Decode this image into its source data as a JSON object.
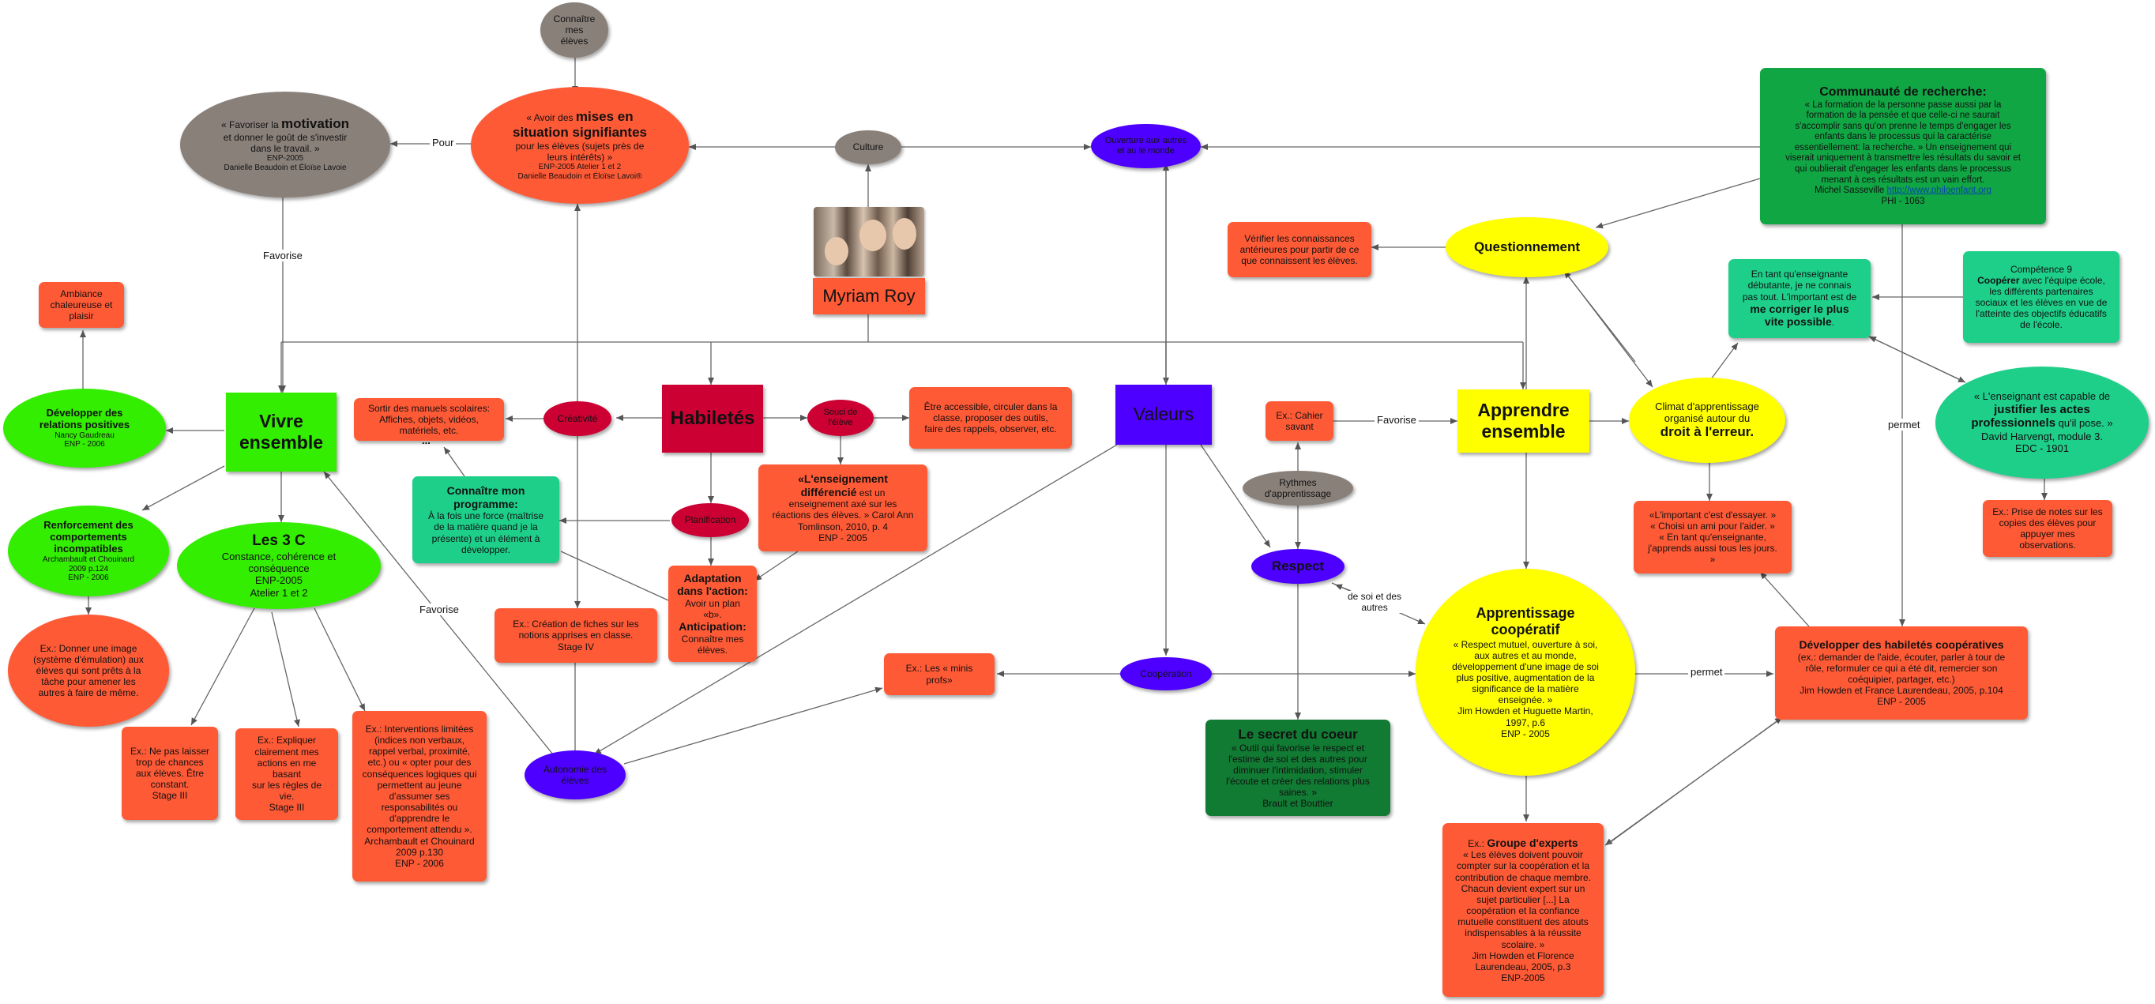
{
  "colors": {
    "orange": "#ff5a36",
    "grey": "#8a807a",
    "purple": "#4d00ff",
    "crimson": "#cc0033",
    "green_light": "#33ee00",
    "teal": "#1ecf8a",
    "dark_green": "#11a644",
    "forest": "#117a33",
    "yellow": "#ffff00"
  },
  "nodes": {
    "connaitre": "Connaître\nmes\nélèves",
    "motivation": {
      "pre": "« Favoriser la ",
      "strong": "motivation",
      "post": "et donner le goût de s'investir\ndans le travail. »",
      "ref": "ENP-2005\nDanielle Beaudoin et Éloïse Lavoie"
    },
    "mises": {
      "pre": "« Avoir des ",
      "strong": "mises en\nsituation signifiantes",
      "post": "pour les élèves (sujets près de\nleurs intérêts) »",
      "ref": "ENP-2005 Atelier 1 et 2\nDanielle Beaudoin et Éloïse Lavoi®"
    },
    "culture": "Culture",
    "ouverture": "Ouverture aux autres\net au le monde",
    "communaute": {
      "title": "Communauté de recherche:",
      "body": "« La formation de la personne passe aussi par la\nformation de la pensée et que celle-ci ne saurait\ns'accomplir sans qu'on prenne le temps d'engager les\nenfants dans le processus qui la caractérise\nessentiellement: la recherche. » Un enseignement qui\nviserait uniquement à transmettre les résultats du savoir et\nqui oublierait d'engager les enfants dans le processus\nmenant à ces résultats est un vain effort.",
      "author": "Michel Sasseville ",
      "link": "http://www.philoenfant.org",
      "ref": "PHI - 1063"
    },
    "verifier": "Vérifier les connaissances\nantérieures pour partir de ce\nque connaissent les élèves.",
    "questionnement": "Questionnement",
    "myriam": "Myriam Roy",
    "competence": {
      "pre": "Compétence 9\n",
      "strong": "Coopérer",
      "post": " avec l'équipe école,\nles différents partenaires\nsociaux et les élèves en vue de\nl'atteinte des objectifs éducatifs\nde l'école."
    },
    "debutante": {
      "pre": "En tant qu'enseignante\ndébutante, je ne connais\npas tout. L'important est de\n",
      "strong": "me corriger le plus\nvite possible",
      "post": "."
    },
    "ambiance": "Ambiance\nchaleureuse et\nplaisir",
    "developper_rel": {
      "strong": "Développer des\nrelations positives",
      "ref": "Nancy Gaudreau\nENP - 2006"
    },
    "vivre": "Vivre\nensemble",
    "manuels": "Sortir des manuels scolaires:\nAffiches, objets, vidéos,\nmatériels, etc.",
    "creativite": "Créativité",
    "habiletes": "Habiletés",
    "souci": "Souci de\nl'élève",
    "accessible": "Être accessible, circuler dans la\nclasse, proposer des outils,\nfaire des rappels, observer, etc.",
    "valeurs": "Valeurs",
    "cahier": "Ex.: Cahier\nsavant",
    "apprendre": "Apprendre\nensemble",
    "climat": {
      "pre": "Climat d'apprentissage\norganisé autour du\n",
      "strong": "droit à l'erreur."
    },
    "justifier": {
      "pre": "« L'enseignant est capable de\n",
      "strong": "justifier les actes\nprofessionnels",
      "post": " qu'il pose. »\nDavid Harvengt, module 3.\nEDC - 1901"
    },
    "renforcement": {
      "strong": "Renforcement des\ncomportements\nincompatibles",
      "ref": "Archambault et Chouinard\n2009 p.124\nENP - 2006"
    },
    "les3c": {
      "title": "Les 3 C",
      "body": "Constance, cohérence et\nconséquence\nENP-2005\nAtelier 1 et 2"
    },
    "programme": {
      "strong": "Connaître mon\nprogramme:",
      "post": "À la fois une force (maîtrise\nde la matière quand je la\nprésente) et un élément à\ndévelopper."
    },
    "planification": "Planification",
    "differencie": {
      "strong": "«L'enseignement\ndifférencié",
      "post": " est un\nenseignement axé sur les\nréactions des élèves. » Carol Ann\nTomlinson, 2010, p. 4\nENP - 2005"
    },
    "rythmes": "Rythmes\nd'apprentissage",
    "important": "«L'important c'est d'essayer. »\n« Choisi un ami pour l'aider. »\n« En tant qu'enseignante,\nj'apprends aussi tous les jours.\n»",
    "prise_notes": "Ex.: Prise de notes sur les\ncopies des élèves pour\nappuyer mes observations.",
    "respect": "Respect",
    "adaptation": {
      "strong1": "Adaptation\ndans l'action:",
      "post1": "Avoir un plan «b».",
      "strong2": "Anticipation:",
      "post2": "Connaître mes\nélèves."
    },
    "fiches": "Ex.: Création de fiches sur les\nnotions apprises en classe.\nStage IV",
    "image": "Ex.: Donner une image\n(système d'émulation) aux\nélèves qui sont prêts à la\ntâche pour amener les\nautres à faire de même.",
    "apprentissage_coop": {
      "title": "Apprentissage\ncoopératif",
      "body": "« Respect mutuel, ouverture à soi,\naux autres et au monde,\ndéveloppement d'une image de soi\nplus positive, augmentation de la\nsignificance de la matière\nenseignée. »\nJim Howden et Huguette Martin,\n1997, p.6\nENP - 2005"
    },
    "developper_hab": {
      "title": "Développer des habiletés coopératives",
      "body": "(ex.: demander de l'aide, écouter, parler à tour de\nrôle, reformuler ce qui a été dit, remercier son\ncoéquipier, partager, etc.)\nJim Howden et France Laurendeau, 2005, p.104\nENP - 2005"
    },
    "mini_profs": "Ex.: Les « minis\nprofs»",
    "cooperation": "Coopération",
    "ne_pas": "Ex.: Ne pas laisser\ntrop de chances\naux élèves. Être\nconstant.\nStage III",
    "expliquer": "Ex.: Expliquer\nclairement mes\nactions en me basant\nsur les règles de vie.\nStage III",
    "interventions": "Ex.: Interventions limitées\n(indices non verbaux,\nrappel verbal, proximité,\netc.) ou « opter pour des\nconséquences logiques qui\npermettent au jeune\nd'assumer ses\nresponsabilités ou\nd'apprendre le\ncomportement attendu ».\nArchambault et Chouinard\n2009 p.130\nENP - 2006",
    "autonomie": "Autonomie des\nélèves",
    "secret": {
      "title": "Le secret du coeur",
      "body": "« Outil qui favorise le respect et\nl'estime de soi et des autres pour\ndiminuer l'intimidation, stimuler\nl'écoute et créer des relations plus\nsaines. »\nBrault et Bouttier"
    },
    "groupe": {
      "pre": "Ex.: ",
      "strong": "Groupe d'experts",
      "post": "« Les élèves doivent pouvoir\ncompter sur la coopération et la\ncontribution de chaque membre.\nChacun devient expert sur un\nsujet particulier [...] La\ncoopération et la confiance\nmutuelle constituent des atouts\nindispensables à la réussite\nscolaire. »\nJim Howden et Florence\nLaurendeau, 2005, p.3\nENP-2005"
    }
  },
  "links": {
    "pour": "Pour",
    "favorise": "Favorise",
    "favorise2": "Favorise",
    "favorise3": "Favorise",
    "permet": "permet",
    "permet2": "permet",
    "de_soi": "de soi et des\nautres",
    "ellipsis": "..."
  }
}
